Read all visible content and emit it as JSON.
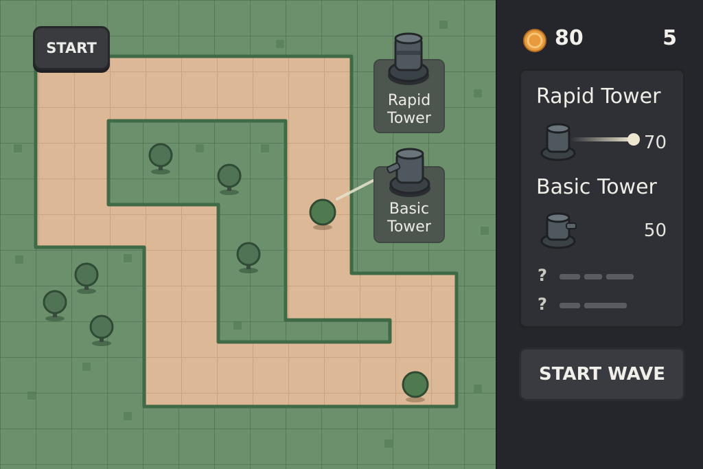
{
  "map": {
    "start_label": "START",
    "path_color": "#dcb896",
    "grass_color": "#6c906c",
    "placed_towers": [
      {
        "label": "Rapid\nTower",
        "line1": "Rapid",
        "line2": "Tower"
      },
      {
        "label": "Basic\nTower",
        "line1": "Basic",
        "line2": "Tower"
      }
    ]
  },
  "hud": {
    "gold": "80",
    "lives": "5",
    "coin_icon": "gold-coin-icon"
  },
  "shop": {
    "items": [
      {
        "name": "Rapid Tower",
        "cost": "70",
        "icon": "rapid-tower-icon"
      },
      {
        "name": "Basic Tower",
        "cost": "50",
        "icon": "basic-tower-icon"
      }
    ],
    "locked": [
      {
        "symbol": "?"
      },
      {
        "symbol": "?"
      }
    ]
  },
  "controls": {
    "start_wave_label": "START WAVE"
  },
  "colors": {
    "panel_bg": "#25262b",
    "coin": "#e79b3c",
    "enemy": "#4f7a4f"
  }
}
